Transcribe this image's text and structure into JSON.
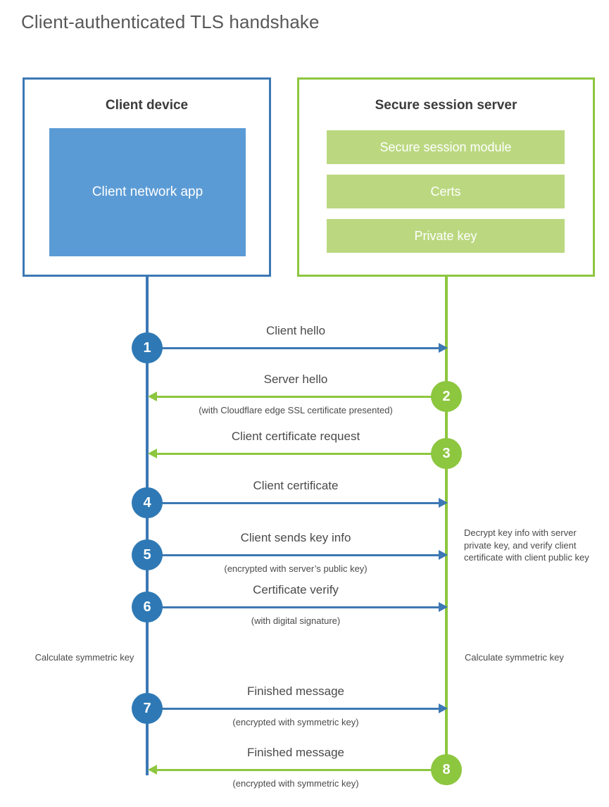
{
  "title": "Client-authenticated TLS handshake",
  "colors": {
    "client_border": "#3C78B4",
    "client_fill": "#5B9BD5",
    "client_badge": "#2E79B5",
    "server_border": "#8DC63F",
    "server_fill": "#BBD880",
    "server_badge": "#8DC63F",
    "text": "#4a4a4c",
    "title_text": "#58585a"
  },
  "client": {
    "title": "Client device",
    "app_label": "Client network app"
  },
  "server": {
    "title": "Secure session server",
    "components": [
      "Secure session module",
      "Certs",
      "Private key"
    ]
  },
  "steps": [
    {
      "number": "1",
      "direction": "client-to-server",
      "label": "Client hello",
      "sublabel": ""
    },
    {
      "number": "2",
      "direction": "server-to-client",
      "label": "Server hello",
      "sublabel": "(with Cloudflare edge SSL certificate presented)"
    },
    {
      "number": "3",
      "direction": "server-to-client",
      "label": "Client certificate request",
      "sublabel": ""
    },
    {
      "number": "4",
      "direction": "client-to-server",
      "label": "Client certificate",
      "sublabel": ""
    },
    {
      "number": "5",
      "direction": "client-to-server",
      "label": "Client sends key info",
      "sublabel": "(encrypted with server’s public key)"
    },
    {
      "number": "6",
      "direction": "client-to-server",
      "label": "Certificate verify",
      "sublabel": "(with digital signature)"
    },
    {
      "number": "7",
      "direction": "client-to-server",
      "label": "Finished message",
      "sublabel": "(encrypted with symmetric key)"
    },
    {
      "number": "8",
      "direction": "server-to-client",
      "label": "Finished message",
      "sublabel": "(encrypted with symmetric key)"
    }
  ],
  "notes": {
    "server_decrypt": "Decrypt key info with server private key, and verify client certificate with client public key",
    "client_calculate": "Calculate symmetric key",
    "server_calculate": "Calculate symmetric key"
  }
}
